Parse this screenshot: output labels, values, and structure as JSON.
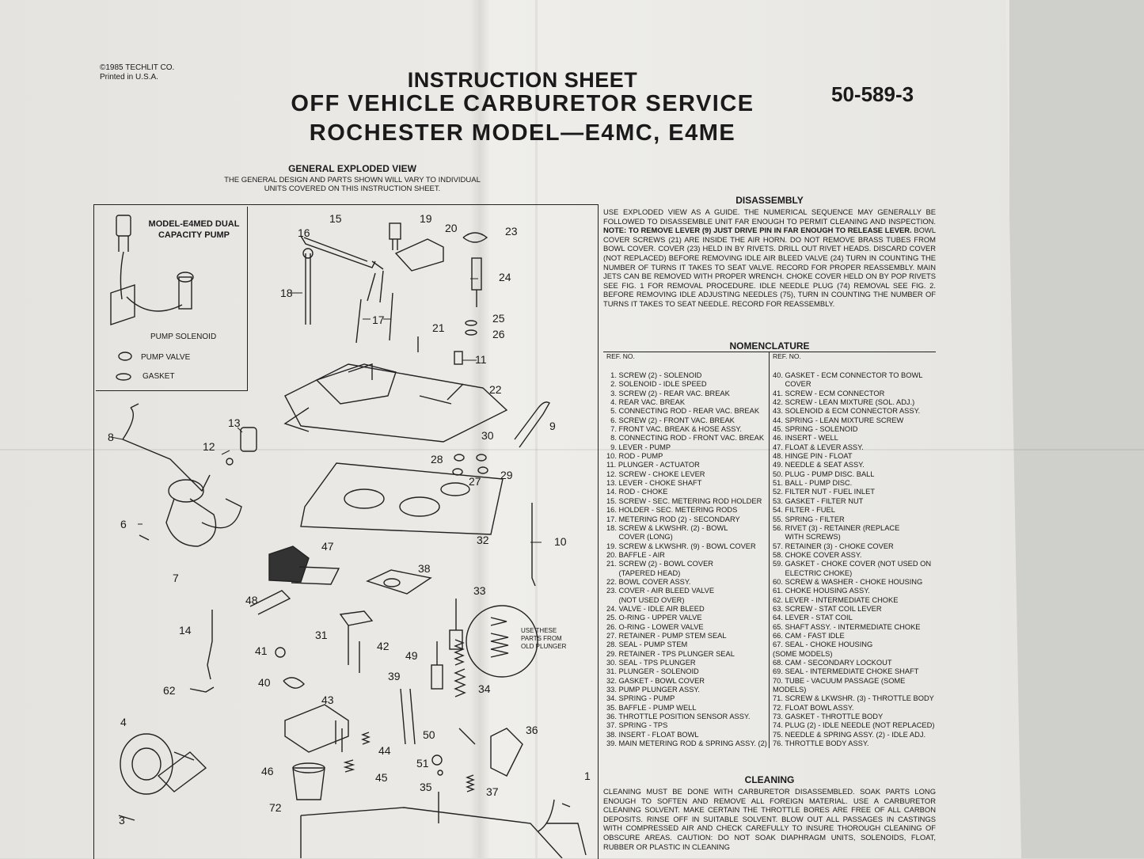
{
  "header": {
    "copyright": "©1985 TECHLIT CO.",
    "printed": "Printed in U.S.A.",
    "title_line1": "INSTRUCTION SHEET",
    "title_line2": "OFF VEHICLE CARBURETOR SERVICE",
    "title_line3": "ROCHESTER MODEL—E4MC, E4ME",
    "part_number": "50-589-3"
  },
  "exploded_view": {
    "heading": "GENERAL EXPLODED VIEW",
    "note": "THE GENERAL DESIGN AND PARTS SHOWN WILL VARY TO INDIVIDUAL UNITS COVERED ON THIS INSTRUCTION SHEET.",
    "inset_title": "MODEL-E4MED DUAL CAPACITY PUMP",
    "inset_labels": [
      "PUMP SOLENOID",
      "PUMP VALVE",
      "GASKET"
    ],
    "plunger_note": "USE THESE PARTS FROM OLD PLUNGER",
    "callouts": [
      "15",
      "19",
      "16",
      "20",
      "23",
      "18",
      "24",
      "17",
      "25",
      "21",
      "26",
      "11",
      "22",
      "13",
      "8",
      "12",
      "9",
      "30",
      "28",
      "27",
      "29",
      "6",
      "32",
      "10",
      "47",
      "7",
      "38",
      "33",
      "48",
      "14",
      "31",
      "42",
      "41",
      "49",
      "40",
      "39",
      "34",
      "43",
      "62",
      "4",
      "36",
      "50",
      "44",
      "51",
      "46",
      "45",
      "35",
      "37",
      "72",
      "1",
      "3"
    ]
  },
  "disassembly": {
    "heading": "DISASSEMBLY",
    "text_pre": "USE EXPLODED VIEW AS A GUIDE. THE NUMERICAL SEQUENCE MAY GENERALLY BE FOLLOWED TO DISASSEMBLE UNIT FAR ENOUGH TO PERMIT CLEANING AND INSPECTION.",
    "text_bold": "NOTE: TO REMOVE LEVER (9) JUST DRIVE PIN IN FAR ENOUGH TO RELEASE LEVER.",
    "text_post": "BOWL COVER SCREWS (21) ARE INSIDE THE AIR HORN. DO NOT REMOVE BRASS TUBES FROM BOWL COVER. COVER (23) HELD IN BY RIVETS. DRILL OUT RIVET HEADS. DISCARD COVER (NOT REPLACED) BEFORE REMOVING IDLE AIR BLEED VALVE (24) TURN IN COUNTING THE NUMBER OF TURNS IT TAKES TO SEAT VALVE. RECORD FOR PROPER REASSEMBLY. MAIN JETS CAN BE REMOVED WITH PROPER WRENCH. CHOKE COVER HELD ON BY POP RIVETS SEE FIG. 1 FOR REMOVAL PROCEDURE. IDLE NEEDLE PLUG (74) REMOVAL SEE FIG. 2. BEFORE REMOVING IDLE ADJUSTING NEEDLES (75), TURN IN COUNTING THE NUMBER OF TURNS IT TAKES TO SEAT NEEDLE. RECORD FOR REASSEMBLY."
  },
  "nomenclature": {
    "heading": "NOMENCLATURE",
    "col_header": "REF. NO.",
    "left": [
      "  1. SCREW (2) - SOLENOID",
      "  2. SOLENOID - IDLE SPEED",
      "  3. SCREW (2) - REAR VAC. BREAK",
      "  4. REAR VAC. BREAK",
      "  5. CONNECTING ROD - REAR VAC. BREAK",
      "  6. SCREW (2) - FRONT VAC. BREAK",
      "  7. FRONT VAC. BREAK & HOSE ASSY.",
      "  8. CONNECTING ROD - FRONT VAC. BREAK",
      "  9. LEVER - PUMP",
      "10. ROD - PUMP",
      "11. PLUNGER - ACTUATOR",
      "12. SCREW - CHOKE LEVER",
      "13. LEVER - CHOKE SHAFT",
      "14. ROD - CHOKE",
      "15. SCREW - SEC. METERING ROD HOLDER",
      "16. HOLDER - SEC. METERING RODS",
      "17. METERING ROD (2) - SECONDARY",
      "18. SCREW & LKWSHR. (2) - BOWL",
      "      COVER (LONG)",
      "19. SCREW & LKWSHR. (9) - BOWL COVER",
      "20. BAFFLE - AIR",
      "21. SCREW (2) - BOWL COVER",
      "      (TAPERED HEAD)",
      "22. BOWL COVER ASSY.",
      "23. COVER - AIR BLEED VALVE",
      "      (NOT USED OVER)",
      "24. VALVE - IDLE AIR BLEED",
      "25. O-RING - UPPER VALVE",
      "26. O-RING - LOWER VALVE",
      "27. RETAINER - PUMP STEM SEAL",
      "28. SEAL - PUMP STEM",
      "29. RETAINER - TPS PLUNGER SEAL",
      "30. SEAL - TPS PLUNGER",
      "31. PLUNGER - SOLENOID",
      "32. GASKET - BOWL COVER",
      "33. PUMP PLUNGER ASSY.",
      "34. SPRING - PUMP",
      "35. BAFFLE - PUMP WELL",
      "36. THROTTLE POSITION SENSOR ASSY.",
      "37. SPRING - TPS",
      "38. INSERT - FLOAT BOWL",
      "39. MAIN METERING ROD & SPRING ASSY. (2)"
    ],
    "right": [
      "40. GASKET - ECM CONNECTOR TO BOWL",
      "      COVER",
      "41. SCREW - ECM CONNECTOR",
      "42. SCREW - LEAN MIXTURE (SOL. ADJ.)",
      "43. SOLENOID & ECM CONNECTOR ASSY.",
      "44. SPRING - LEAN MIXTURE SCREW",
      "45. SPRING - SOLENOID",
      "46. INSERT - WELL",
      "47. FLOAT & LEVER ASSY.",
      "48. HINGE PIN - FLOAT",
      "49. NEEDLE & SEAT ASSY.",
      "50. PLUG - PUMP DISC. BALL",
      "51. BALL - PUMP DISC.",
      "52. FILTER NUT - FUEL INLET",
      "53. GASKET - FILTER NUT",
      "54. FILTER - FUEL",
      "55. SPRING - FILTER",
      "56. RIVET (3) - RETAINER (REPLACE",
      "      WITH SCREWS)",
      "57. RETAINER (3) - CHOKE COVER",
      "58. CHOKE COVER ASSY.",
      "59. GASKET - CHOKE COVER (NOT USED ON",
      "      ELECTRIC CHOKE)",
      "60. SCREW & WASHER - CHOKE HOUSING",
      "61. CHOKE HOUSING ASSY.",
      "62. LEVER - INTERMEDIATE CHOKE",
      "63. SCREW - STAT COIL LEVER",
      "64. LEVER - STAT COIL",
      "65. SHAFT ASSY. - INTERMEDIATE CHOKE",
      "66. CAM - FAST IDLE",
      "67. SEAL - CHOKE HOUSING",
      "(SOME MODELS)",
      "68. CAM - SECONDARY LOCKOUT",
      "69. SEAL - INTERMEDIATE CHOKE SHAFT",
      "70. TUBE - VACUUM PASSAGE (SOME",
      "MODELS)",
      "71. SCREW & LKWSHR. (3) - THROTTLE BODY",
      "72. FLOAT BOWL ASSY.",
      "73. GASKET - THROTTLE BODY",
      "74. PLUG (2) - IDLE NEEDLE (NOT REPLACED)",
      "75. NEEDLE & SPRING ASSY. (2) - IDLE ADJ.",
      "76. THROTTLE BODY ASSY."
    ]
  },
  "cleaning": {
    "heading": "CLEANING",
    "text": "CLEANING MUST BE DONE WITH CARBURETOR DISASSEMBLED. SOAK PARTS LONG ENOUGH TO SOFTEN AND REMOVE ALL FOREIGN MATERIAL. USE A CARBURETOR CLEANING SOLVENT. MAKE CERTAIN THE THROTTLE BORES ARE FREE OF ALL CARBON DEPOSITS. RINSE OFF IN SUITABLE SOLVENT. BLOW OUT ALL PASSAGES IN CASTINGS WITH COMPRESSED AIR AND CHECK CAREFULLY TO INSURE THOROUGH CLEANING OF OBSCURE AREAS. CAUTION: DO NOT SOAK DIAPHRAGM UNITS, SOLENOIDS, FLOAT, RUBBER OR PLASTIC IN CLEANING"
  }
}
